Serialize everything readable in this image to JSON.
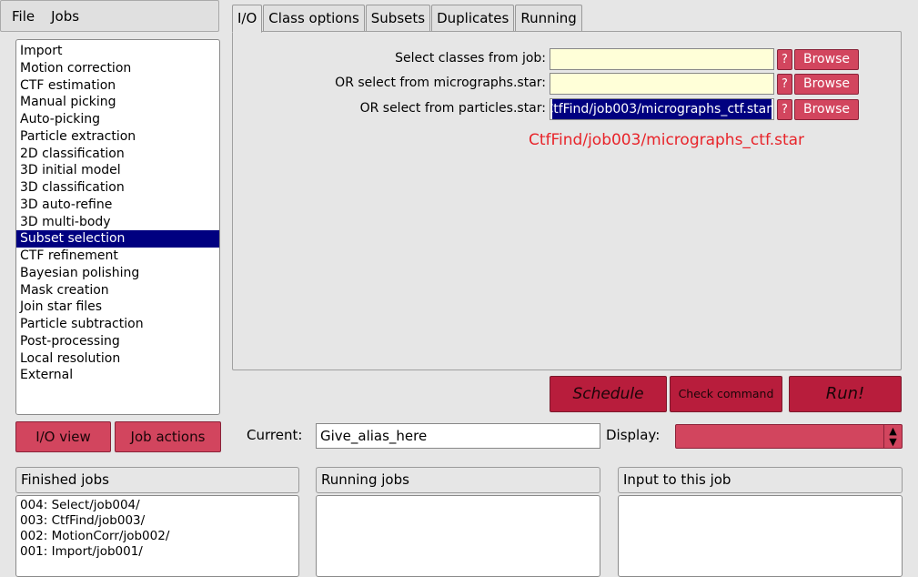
{
  "menu": {
    "file": "File",
    "jobs": "Jobs"
  },
  "job_types": [
    "Import",
    "Motion correction",
    "CTF estimation",
    "Manual picking",
    "Auto-picking",
    "Particle extraction",
    "2D classification",
    "3D initial model",
    "3D classification",
    "3D auto-refine",
    "3D multi-body",
    "Subset selection",
    "CTF refinement",
    "Bayesian polishing",
    "Mask creation",
    "Join star files",
    "Particle subtraction",
    "Post-processing",
    "Local resolution",
    "External"
  ],
  "selected_job_type": "Subset selection",
  "tabs": [
    "I/O",
    "Class options",
    "Subsets",
    "Duplicates",
    "Running"
  ],
  "active_tab": "I/O",
  "fields": [
    {
      "label": "Select classes from job:",
      "value": ""
    },
    {
      "label": "OR select from micrographs.star:",
      "value": ""
    },
    {
      "label": "OR select from particles.star:",
      "value": "CtfFind/job003/micrographs_ctf.star"
    }
  ],
  "help_label": "?",
  "browse_label": "Browse",
  "hint_text": "CtfFind/job003/micrographs_ctf.star",
  "actions": {
    "schedule": "Schedule",
    "check": "Check command",
    "run": "Run!"
  },
  "views": {
    "io": "I/O view",
    "job_actions": "Job actions"
  },
  "current": {
    "label": "Current:",
    "value": "Give_alias_here"
  },
  "display": {
    "label": "Display:",
    "value": ""
  },
  "panels": {
    "finished": {
      "title": "Finished jobs",
      "items": [
        "004: Select/job004/",
        "003: CtfFind/job003/",
        "002: MotionCorr/job002/",
        "001: Import/job001/"
      ]
    },
    "running": {
      "title": "Running jobs",
      "items": []
    },
    "input": {
      "title": "Input to this job",
      "items": []
    }
  },
  "colors": {
    "button": "#d2455e",
    "action": "#b81d3c",
    "selection": "#000080",
    "hint": "#e8242a",
    "input_empty": "#ffffd8"
  }
}
